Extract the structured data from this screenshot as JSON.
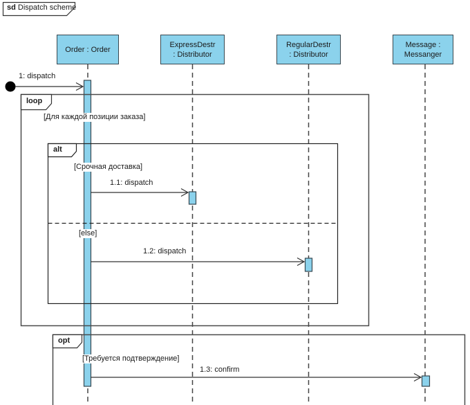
{
  "tab": {
    "keyword": "sd",
    "title": "Dispatch scheme"
  },
  "lifelines": [
    {
      "line1": "Order : Order",
      "line2": ""
    },
    {
      "line1": "ExpressDestr",
      "line2": ": Distributor"
    },
    {
      "line1": "RegularDestr",
      "line2": ": Distributor"
    },
    {
      "line1": "Message :",
      "line2": "Messanger"
    }
  ],
  "fragments": {
    "loop": {
      "keyword": "loop",
      "guard": "[Для каждой позиции заказа]"
    },
    "alt": {
      "keyword": "alt",
      "guard_then": "[Срочная доставка]",
      "guard_else": "[else]"
    },
    "opt": {
      "keyword": "opt",
      "guard": "[Требуется подтверждение]"
    }
  },
  "messages": {
    "found": {
      "label": "1: dispatch"
    },
    "express": {
      "label": "1.1: dispatch"
    },
    "regular": {
      "label": "1.2: dispatch"
    },
    "confirm": {
      "label": "1.3: confirm"
    }
  },
  "colors": {
    "lifeline_fill": "#8BD2EC",
    "lifeline_border": "#37474F",
    "frame_border": "#4A4A4A",
    "alt_border": "#222222",
    "line": "#333333",
    "text": "#1A1A1A"
  }
}
